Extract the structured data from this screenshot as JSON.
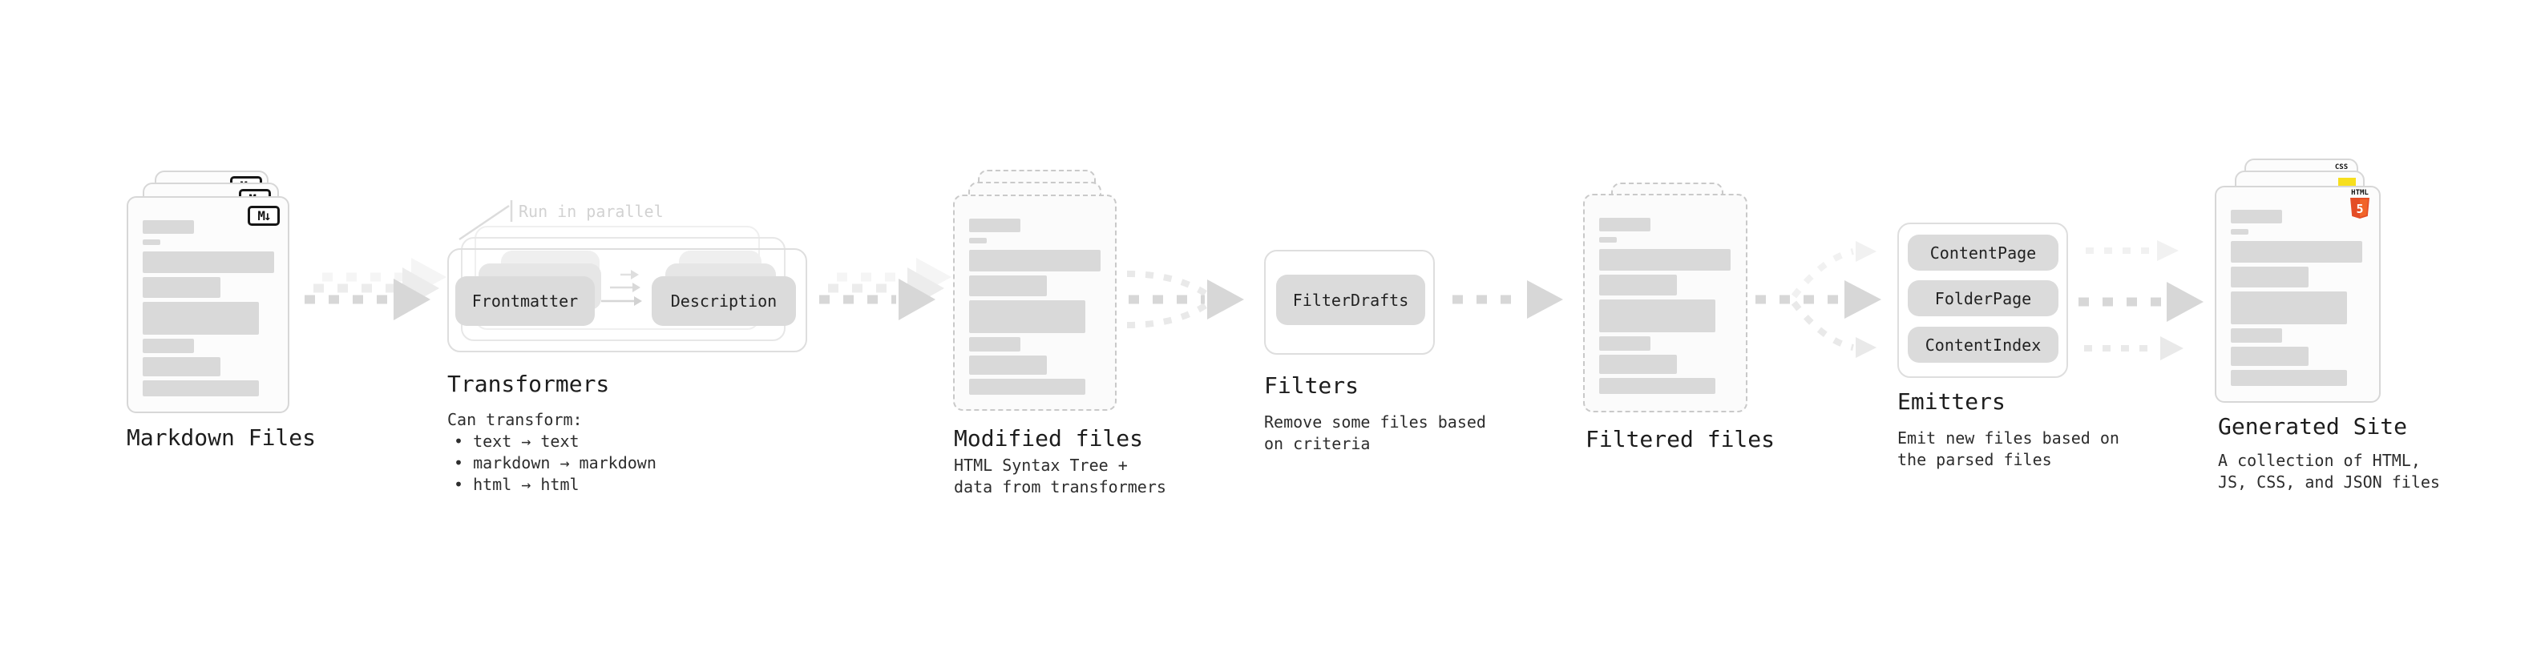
{
  "stages": {
    "markdown": {
      "label": "Markdown Files",
      "badge": "M↓"
    },
    "transformers": {
      "annotation": "Run in parallel",
      "box1": "Frontmatter",
      "box2": "Description",
      "label": "Transformers",
      "desc_line1": "Can transform:",
      "bullet1": "• text → text",
      "bullet2": "• markdown → markdown",
      "bullet3": "• html → html"
    },
    "modified": {
      "label": "Modified files",
      "desc_line1": "HTML Syntax Tree +",
      "desc_line2": "data from transformers"
    },
    "filters": {
      "label": "Filters",
      "box1": "FilterDrafts",
      "desc_line1": "Remove some files based",
      "desc_line2": "on criteria"
    },
    "filtered": {
      "label": "Filtered files"
    },
    "emitters": {
      "label": "Emitters",
      "box1": "ContentPage",
      "box2": "FolderPage",
      "box3": "ContentIndex",
      "desc_line1": "Emit new files based on",
      "desc_line2": "the parsed files"
    },
    "generated": {
      "label": "Generated Site",
      "desc_line1": "A collection of HTML,",
      "desc_line2": "JS, CSS, and JSON files",
      "badge_css": "CSS",
      "badge_html_label": "HTML",
      "badge_html_number": "5"
    }
  },
  "colors": {
    "bar_fill": "#d9d9d9",
    "box_fill": "#dbdbdb",
    "card_border": "#d7d7d7",
    "dashed_border": "#c9c9c9",
    "arrow_strong": "#d7d7d7",
    "arrow_faint": "#ececec",
    "annotation_gray": "#d2d2d2",
    "html5_orange": "#e44d26",
    "html5_orange_light": "#f16529",
    "js_yellow": "#f7df1e",
    "css_blue": "#2965f1",
    "text_dark": "#1d1d1d"
  }
}
